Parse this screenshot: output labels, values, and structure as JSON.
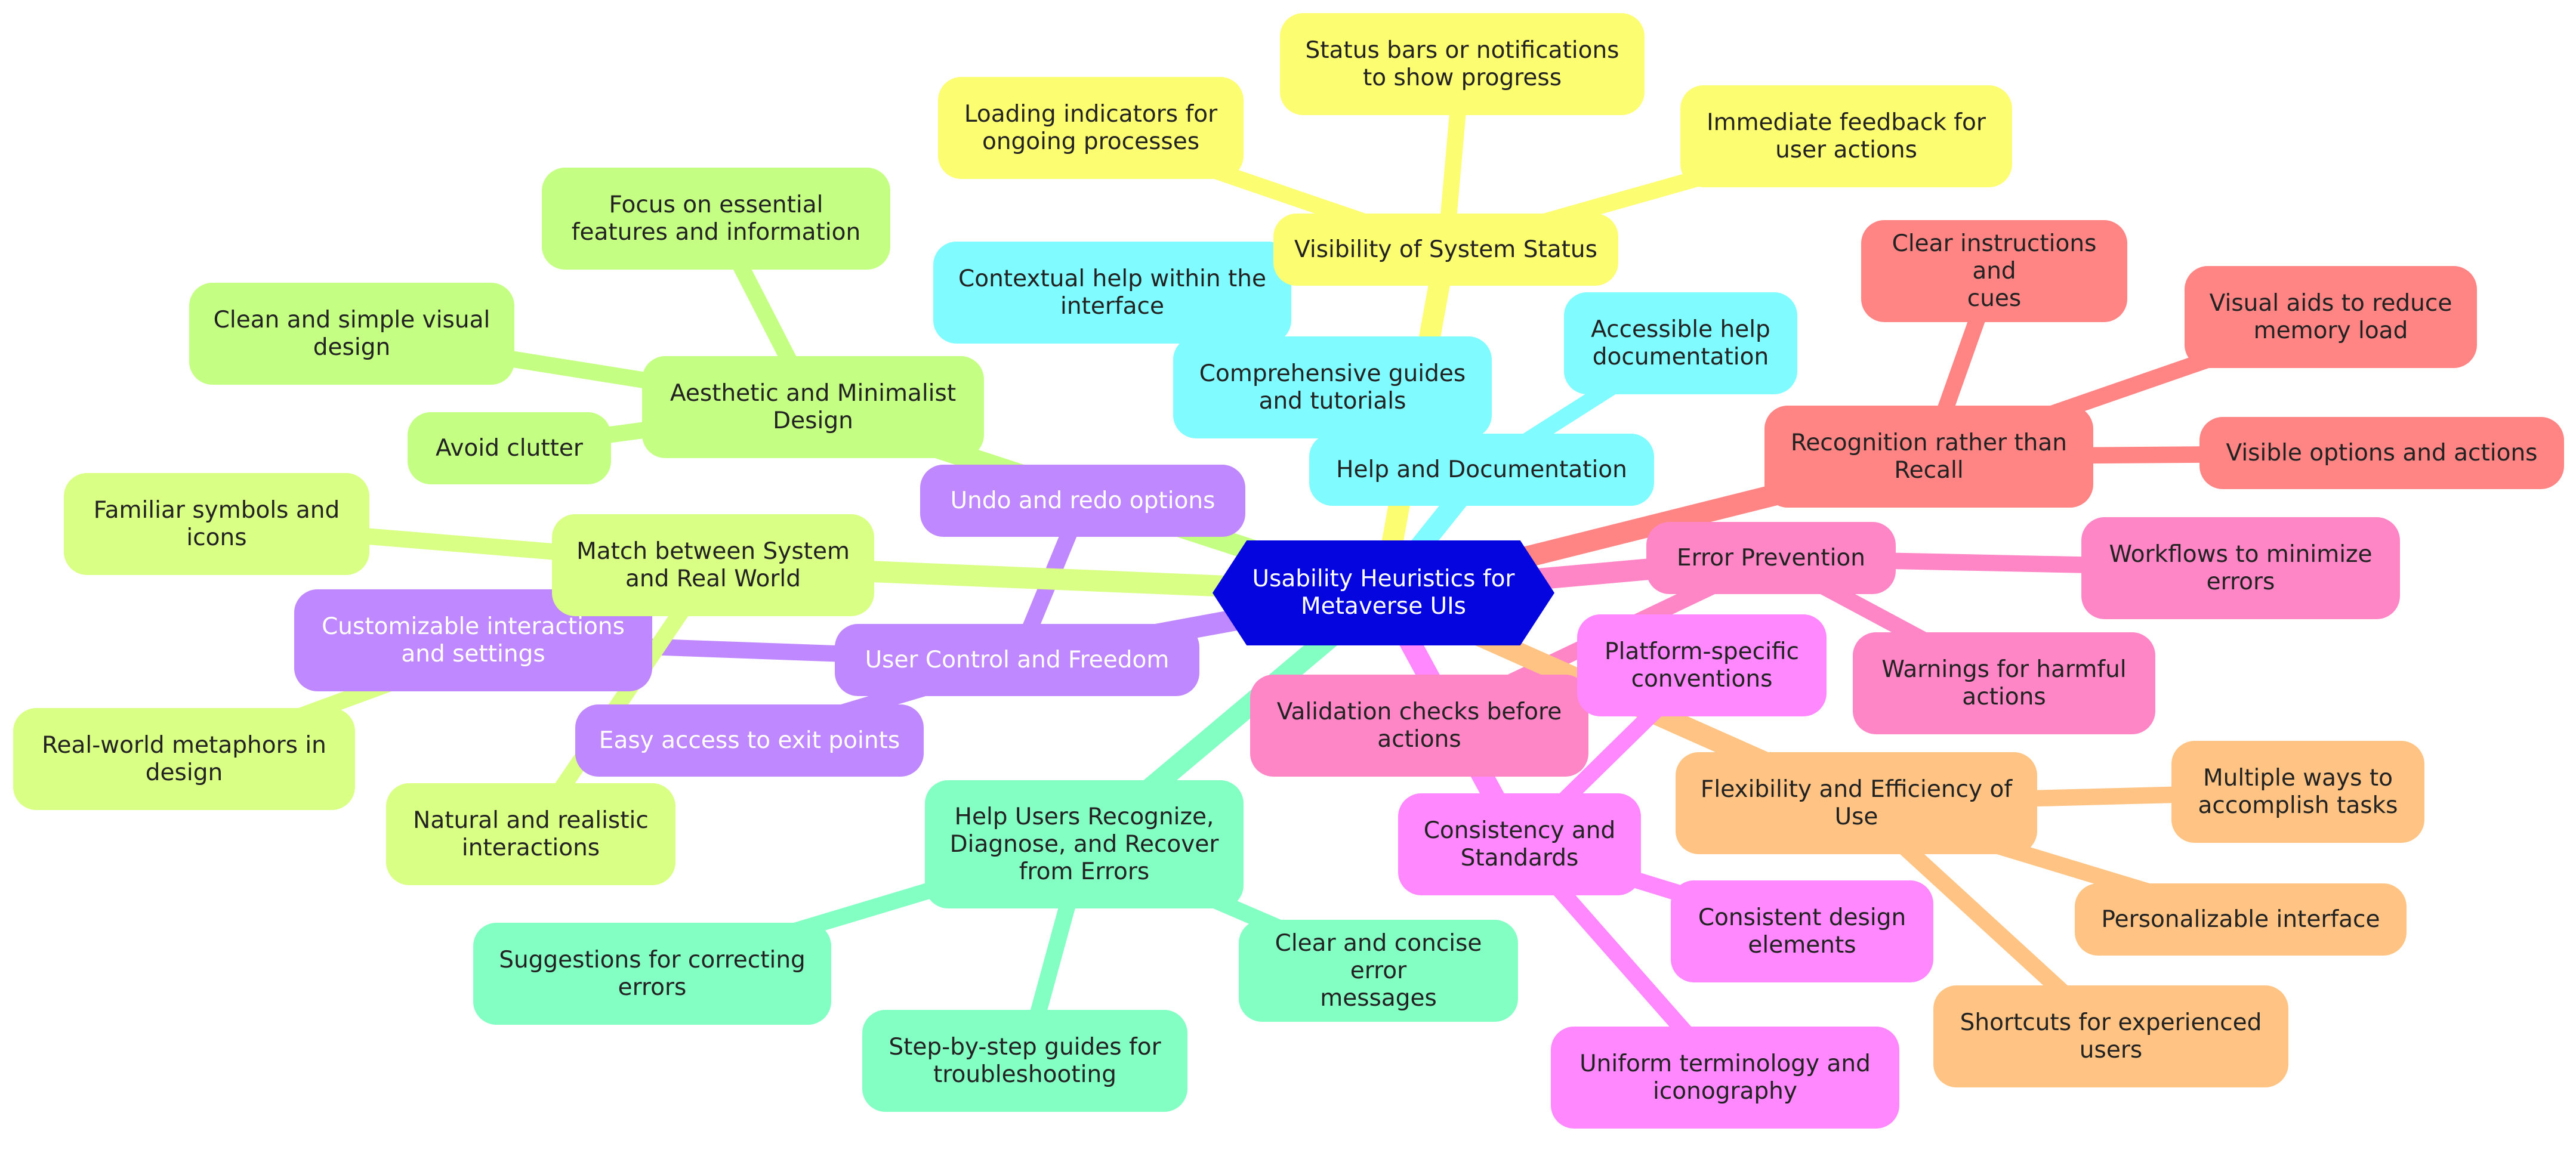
{
  "root": {
    "label": "Usability Heuristics for\nMetaverse UIs",
    "color": "#0505e0"
  },
  "branches": [
    {
      "id": "visibility",
      "color": "#fdfd72",
      "label": "Visibility of System Status",
      "children": [
        "Status bars or notifications\nto show progress",
        "Loading indicators for\nongoing processes",
        "Immediate feedback for\nuser actions"
      ]
    },
    {
      "id": "help",
      "color": "#80fbff",
      "label": "Help and Documentation",
      "children": [
        "Contextual help within the\ninterface",
        "Comprehensive guides\nand tutorials",
        "Accessible help\ndocumentation"
      ]
    },
    {
      "id": "recognition",
      "color": "#ff8484",
      "label": "Recognition rather than\nRecall",
      "children": [
        "Clear instructions and\ncues",
        "Visual aids to reduce\nmemory load",
        "Visible options and actions"
      ]
    },
    {
      "id": "error-prevention",
      "color": "#ff86c6",
      "label": "Error Prevention",
      "children": [
        "Workflows to minimize\nerrors",
        "Warnings for harmful\nactions",
        "Validation checks before\nactions"
      ]
    },
    {
      "id": "flexibility",
      "color": "#ffc484",
      "label": "Flexibility and Efficiency of\nUse",
      "children": [
        "Multiple ways to\naccomplish tasks",
        "Personalizable interface",
        "Shortcuts for experienced\nusers"
      ]
    },
    {
      "id": "consistency",
      "color": "#ff88ff",
      "label": "Consistency and\nStandards",
      "children": [
        "Platform-specific\nconventions",
        "Consistent design\nelements",
        "Uniform terminology and\niconography"
      ]
    },
    {
      "id": "recover",
      "color": "#84ffc4",
      "label": "Help Users Recognize,\nDiagnose, and Recover\nfrom Errors",
      "children": [
        "Suggestions for correcting\nerrors",
        "Step-by-step guides for\ntroubleshooting",
        "Clear and concise error\nmessages"
      ]
    },
    {
      "id": "control",
      "color": "#c088ff",
      "label": "User Control and Freedom",
      "children": [
        "Undo and redo options",
        "Customizable interactions\nand settings",
        "Easy access to exit points"
      ]
    },
    {
      "id": "match",
      "color": "#d9ff84",
      "label": "Match between System\nand Real World",
      "children": [
        "Familiar symbols and\nicons",
        "Real-world metaphors in\ndesign",
        "Natural and realistic\ninteractions"
      ]
    },
    {
      "id": "aesthetic",
      "color": "#c4ff84",
      "label": "Aesthetic and Minimalist\nDesign",
      "children": [
        "Focus on essential\nfeatures and information",
        "Clean and simple visual\ndesign",
        "Avoid clutter"
      ]
    }
  ]
}
